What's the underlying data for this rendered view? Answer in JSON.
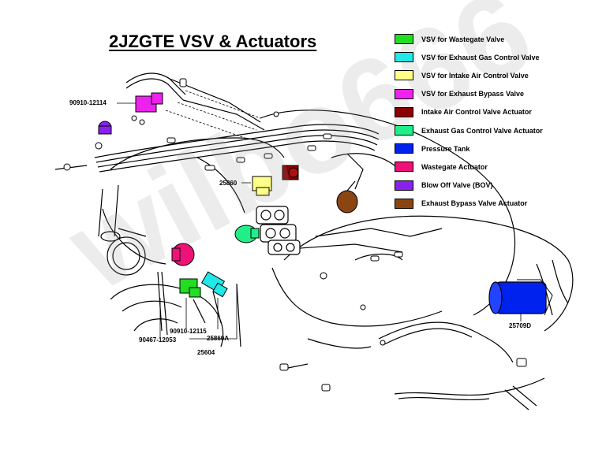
{
  "title": "2JZGTE VSV & Actuators",
  "watermark": "wilbo666",
  "legend": [
    {
      "label": "VSV for Wastegate Valve",
      "color": "#22dd22"
    },
    {
      "label": "VSV for Exhaust Gas Control Valve",
      "color": "#22e8e8"
    },
    {
      "label": "VSV for Intake Air Control Valve",
      "color": "#ffff88"
    },
    {
      "label": "VSV for Exhaust Bypass Valve",
      "color": "#ee22ee"
    },
    {
      "label": "Intake Air Control Valve Actuator",
      "color": "#8b0000"
    },
    {
      "label": "Exhaust Gas Control Valve Actuator",
      "color": "#22ee88"
    },
    {
      "label": "Pressure Tank",
      "color": "#0022ee"
    },
    {
      "label": "Wastegate Actuator",
      "color": "#ee1177"
    },
    {
      "label": "Blow Off Valve (BOV)",
      "color": "#8822ee"
    },
    {
      "label": "Exhaust Bypass Valve Actuator",
      "color": "#8b4513"
    }
  ],
  "part_numbers": {
    "p90910_12114": "90910-12114",
    "p25860_top": "25860",
    "p25709d": "25709D",
    "p90910_12115": "90910-12115",
    "p90467_12053": "90467-12053",
    "p25860a": "25860A",
    "p25604": "25604"
  }
}
